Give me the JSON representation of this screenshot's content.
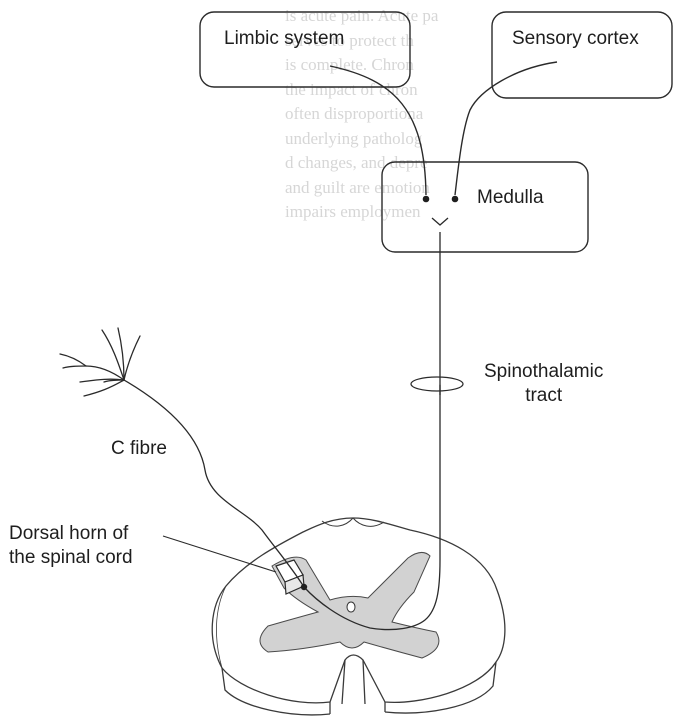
{
  "labels": {
    "limbic_system": "Limbic system",
    "sensory_cortex": "Sensory cortex",
    "medulla": "Medulla",
    "spinothalamic_tract": [
      "Spinothalamic",
      "tract"
    ],
    "c_fibre": "C fibre",
    "dorsal_horn": [
      "Dorsal horn of",
      "the spinal cord"
    ]
  },
  "bleed_through_text": [
    "is acute pain. Acute pa",
    "serves to protect th",
    "is complete. Chron",
    "the impact of chron",
    "often disproportiona",
    "underlying patholog",
    "d changes, and depre",
    "and guilt are emotion",
    "impairs employmen"
  ],
  "colors": {
    "line": "#2a2a2a",
    "grey_matter": "#d2d2d2",
    "bleed_through": "#d6d6d6"
  }
}
